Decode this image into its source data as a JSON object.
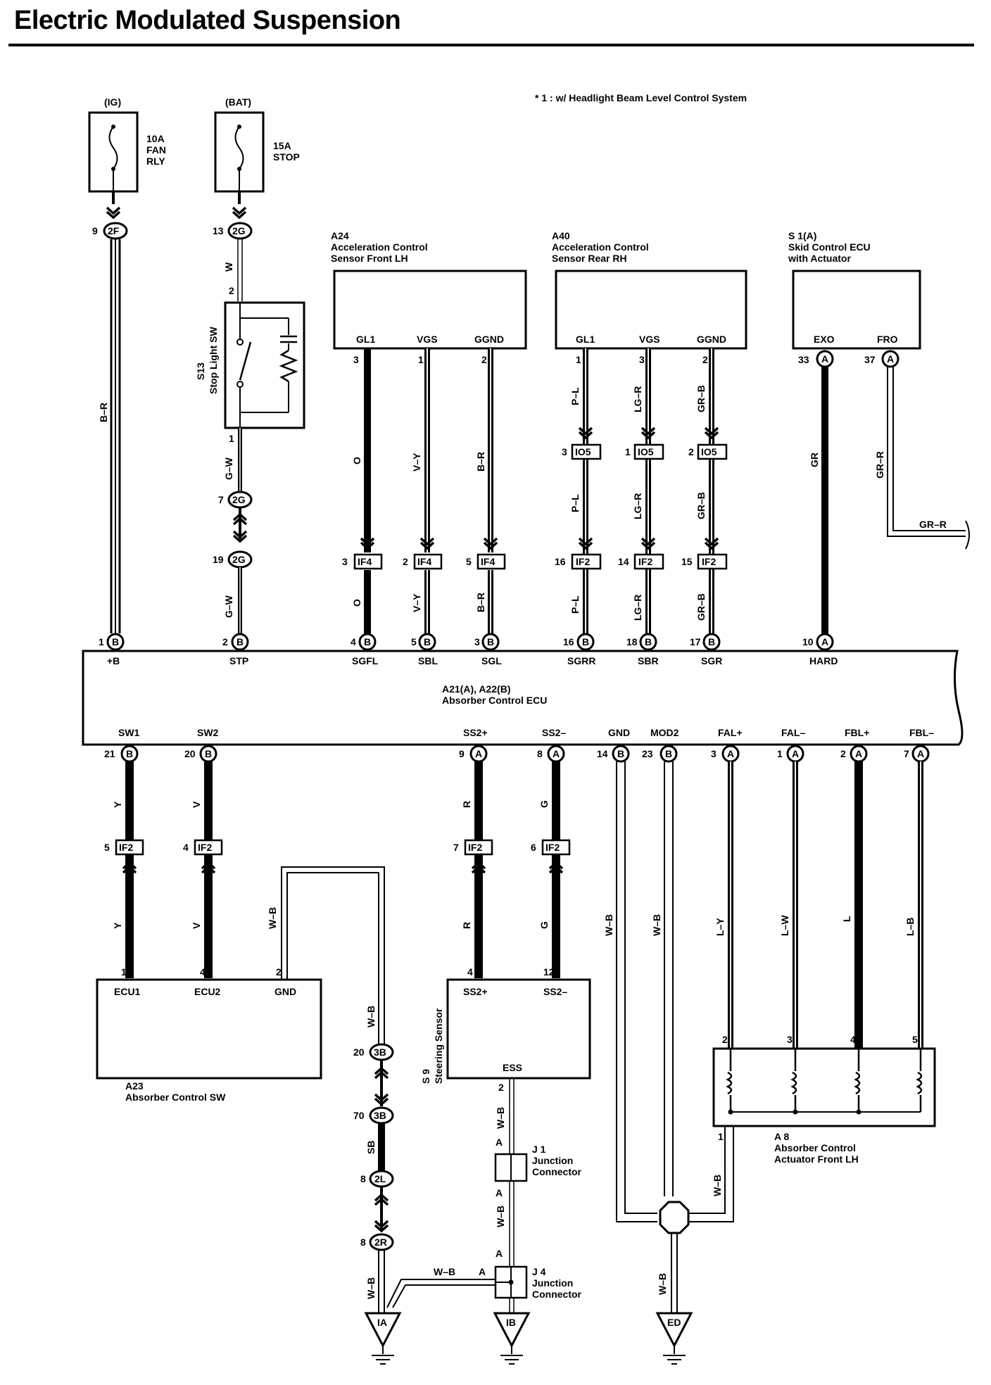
{
  "title": "Electric Modulated Suspension",
  "note": "* 1 : w/ Headlight Beam Level Control System",
  "fuses": [
    {
      "id": "ig",
      "source": "(IG)",
      "amp": "10A",
      "name_line1": "FAN",
      "name_line2": "RLY"
    },
    {
      "id": "bat",
      "source": "(BAT)",
      "amp": "15A",
      "name_line1": "STOP",
      "name_line2": ""
    }
  ],
  "top_components": [
    {
      "id": "a24",
      "code": "A24",
      "name_line1": "Acceleration Control",
      "name_line2": "Sensor Front LH",
      "pins": [
        {
          "label": "GL1",
          "num": "3"
        },
        {
          "label": "VGS",
          "num": "1"
        },
        {
          "label": "GGND",
          "num": "2"
        }
      ]
    },
    {
      "id": "a40",
      "code": "A40",
      "name_line1": "Acceleration Control",
      "name_line2": "Sensor Rear RH",
      "pins": [
        {
          "label": "GL1",
          "num": "1"
        },
        {
          "label": "VGS",
          "num": "3"
        },
        {
          "label": "GGND",
          "num": "2"
        }
      ]
    },
    {
      "id": "s1",
      "code": "S 1(A)",
      "name_line1": "Skid Control ECU",
      "name_line2": "with Actuator",
      "pins": [
        {
          "label": "EXO",
          "num": "33"
        },
        {
          "label": "FRO",
          "num": "37"
        }
      ]
    }
  ],
  "stop_switch": {
    "code": "S13",
    "name": "Stop Light SW",
    "pin_top": "2",
    "pin_bottom": "1"
  },
  "ecu": {
    "title_line1": "A21(A), A22(B)",
    "title_line2": "Absorber Control ECU",
    "top_pins": [
      {
        "label": "+B",
        "num": "1",
        "conn": "B"
      },
      {
        "label": "STP",
        "num": "2",
        "conn": "B"
      },
      {
        "label": "SGFL",
        "num": "4",
        "conn": "B"
      },
      {
        "label": "SBL",
        "num": "5",
        "conn": "B"
      },
      {
        "label": "SGL",
        "num": "3",
        "conn": "B"
      },
      {
        "label": "SGRR",
        "num": "16",
        "conn": "B"
      },
      {
        "label": "SBR",
        "num": "18",
        "conn": "B"
      },
      {
        "label": "SGR",
        "num": "17",
        "conn": "B"
      },
      {
        "label": "HARD",
        "num": "10",
        "conn": "A"
      }
    ],
    "bottom_pins": [
      {
        "label": "SW1",
        "num": "21",
        "conn": "B"
      },
      {
        "label": "SW2",
        "num": "20",
        "conn": "B"
      },
      {
        "label": "SS2+",
        "num": "9",
        "conn": "A"
      },
      {
        "label": "SS2–",
        "num": "8",
        "conn": "A"
      },
      {
        "label": "GND",
        "num": "14",
        "conn": "B"
      },
      {
        "label": "MOD2",
        "num": "23",
        "conn": "B"
      },
      {
        "label": "FAL+",
        "num": "3",
        "conn": "A"
      },
      {
        "label": "FAL–",
        "num": "1",
        "conn": "A"
      },
      {
        "label": "FBL+",
        "num": "2",
        "conn": "A"
      },
      {
        "label": "FBL–",
        "num": "7",
        "conn": "A"
      }
    ]
  },
  "junction_blocks": {
    "f_2F": "2F",
    "g_2G": "2G",
    "b_3B": "3B",
    "l_2L": "2L",
    "r_2R": "2R",
    "pin_9": "9",
    "pin_13": "13",
    "pin_7": "7",
    "pin_19": "19",
    "pin_20": "20",
    "pin_70": "70",
    "pin_8a": "8",
    "pin_8b": "8"
  },
  "connectors": {
    "io5": "IO5",
    "if4": "IF4",
    "if2": "IF2",
    "io5_pins": [
      "3",
      "1",
      "2"
    ],
    "if4_pins": [
      "3",
      "2",
      "5"
    ],
    "if2_top_pins": [
      "16",
      "14",
      "15"
    ],
    "if2_bottom_pins": [
      "5",
      "4",
      "7",
      "6"
    ]
  },
  "wire_colors": {
    "b_r": "B–R",
    "w": "W",
    "g_w": "G–W",
    "o": "O",
    "v_y": "V–Y",
    "p_l": "P–L",
    "lg_r": "LG–R",
    "gr_b": "GR–B",
    "gr": "GR",
    "gr_r": "GR–R",
    "y": "Y",
    "v": "V",
    "r": "R",
    "g": "G",
    "w_b": "W–B",
    "l_y": "L–Y",
    "l_w": "L–W",
    "l": "L",
    "l_b": "L–B",
    "sb": "SB"
  },
  "a23": {
    "code": "A23",
    "name": "Absorber Control SW",
    "pins": [
      {
        "label": "ECU1",
        "num": "1"
      },
      {
        "label": "ECU2",
        "num": "4"
      },
      {
        "label": "GND",
        "num": "2"
      }
    ]
  },
  "s9": {
    "code": "S 9",
    "name": "Steering Sensor",
    "pins": [
      {
        "label": "SS2+",
        "num": "4"
      },
      {
        "label": "SS2–",
        "num": "12"
      }
    ],
    "ess_label": "ESS",
    "ess_num": "2"
  },
  "a8": {
    "code": "A 8",
    "name_line1": "Absorber Control",
    "name_line2": "Actuator Front LH",
    "pins": [
      "2",
      "3",
      "4",
      "5"
    ],
    "pin_bottom": "1"
  },
  "j1": {
    "code": "J 1",
    "name_line1": "Junction",
    "name_line2": "Connector",
    "pin": "A"
  },
  "j4": {
    "code": "J 4",
    "name_line1": "Junction",
    "name_line2": "Connector",
    "pin": "A"
  },
  "grounds": {
    "ia": "IA",
    "ib": "IB",
    "ed": "ED"
  }
}
